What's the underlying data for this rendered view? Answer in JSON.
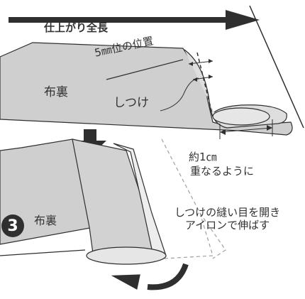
{
  "labels": {
    "finished_length": "仕上がり全長",
    "seam_position": "5㎜位の位置",
    "wrong_side_top": "布裏",
    "basting": "しつけ",
    "overlap_line1": "約1㎝",
    "overlap_line2": "重なるように",
    "step_number": "3",
    "wrong_side_bottom": "布裏",
    "open_seam_line1": "しつけの縫い目を開き",
    "open_seam_line2": "アイロンで伸ばす"
  },
  "colors": {
    "fabric": "#cfcfcf",
    "fabric_fold": "#d8d8d8",
    "ink": "#2f2f2f",
    "dashed": "#a0a0a0"
  }
}
